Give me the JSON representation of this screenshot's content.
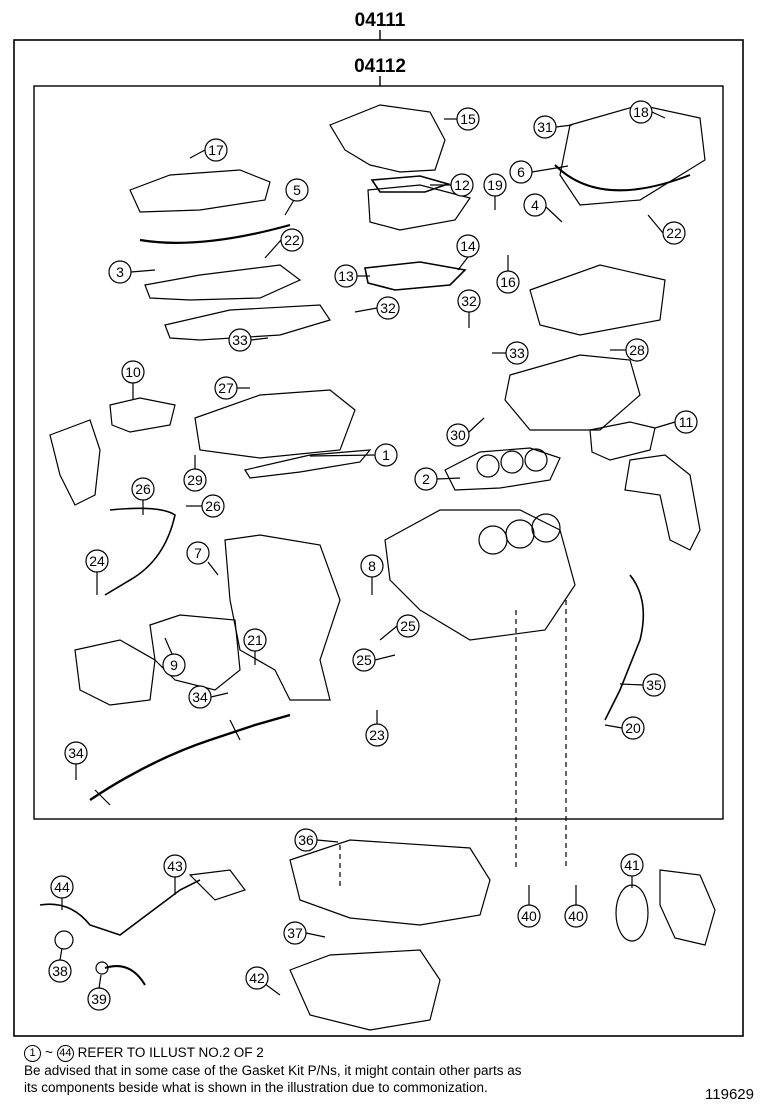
{
  "header": {
    "outer_kit": "04111",
    "inner_kit": "04112"
  },
  "callouts": [
    "1",
    "2",
    "3",
    "4",
    "5",
    "6",
    "7",
    "8",
    "9",
    "10",
    "11",
    "12",
    "13",
    "14",
    "15",
    "16",
    "17",
    "18",
    "19",
    "20",
    "21",
    "22",
    "22",
    "23",
    "24",
    "25",
    "25",
    "26",
    "26",
    "27",
    "28",
    "29",
    "30",
    "31",
    "32",
    "32",
    "33",
    "33",
    "34",
    "34",
    "35",
    "36",
    "37",
    "38",
    "39",
    "40",
    "40",
    "41",
    "42",
    "43",
    "44"
  ],
  "notes": {
    "range_start": "1",
    "tilde": "~",
    "range_end": "44",
    "ref_text": "REFER TO ILLUST NO.2 OF 2",
    "advisory_line1": "Be advised that in some case of the Gasket Kit P/Ns,  it might contain other parts as",
    "advisory_line2": "its components beside what is shown in the illustration due to commonization."
  },
  "illustration_number": "119629"
}
